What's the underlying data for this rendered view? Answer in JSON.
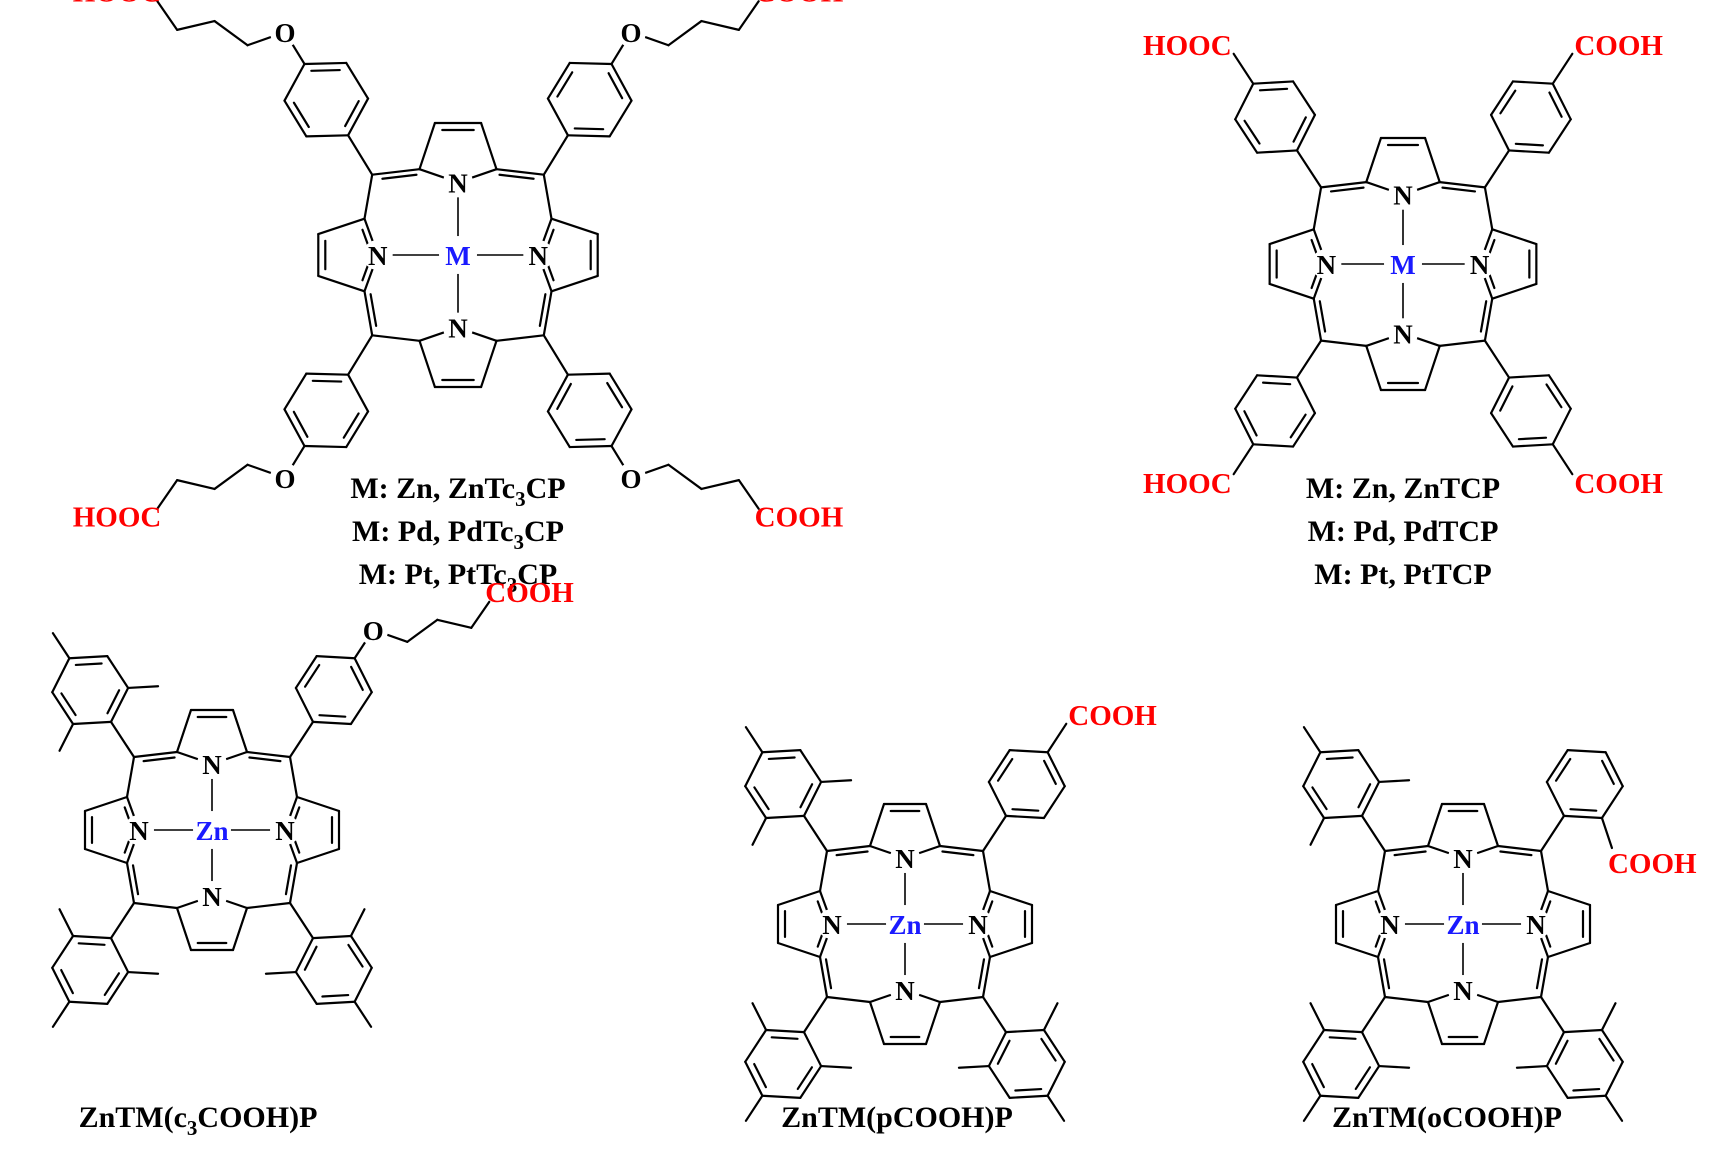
{
  "colors": {
    "bond": "#000000",
    "acid": "#ff0000",
    "metal": "#1a1aff",
    "background": "#ffffff"
  },
  "atoms": {
    "N": "N",
    "O": "O"
  },
  "metal_generic": "M",
  "metal_zn": "Zn",
  "acid": {
    "right": "COOH",
    "left": "HOOC"
  },
  "captions": {
    "tc3cp": [
      {
        "pre": "M: Zn, ZnTc",
        "sub": "3",
        "post": "CP"
      },
      {
        "pre": "M: Pd, PdTc",
        "sub": "3",
        "post": "CP"
      },
      {
        "pre": "M: Pt, PtTc",
        "sub": "3",
        "post": "CP"
      }
    ],
    "tcp": [
      "M: Zn, ZnTCP",
      "M: Pd, PdTCP",
      "M: Pt, PtTCP"
    ],
    "c3": {
      "pre": "ZnTM(c",
      "sub": "3",
      "post": "COOH)P"
    },
    "p": "ZnTM(pCOOH)P",
    "o": "ZnTM(oCOOH)P"
  }
}
